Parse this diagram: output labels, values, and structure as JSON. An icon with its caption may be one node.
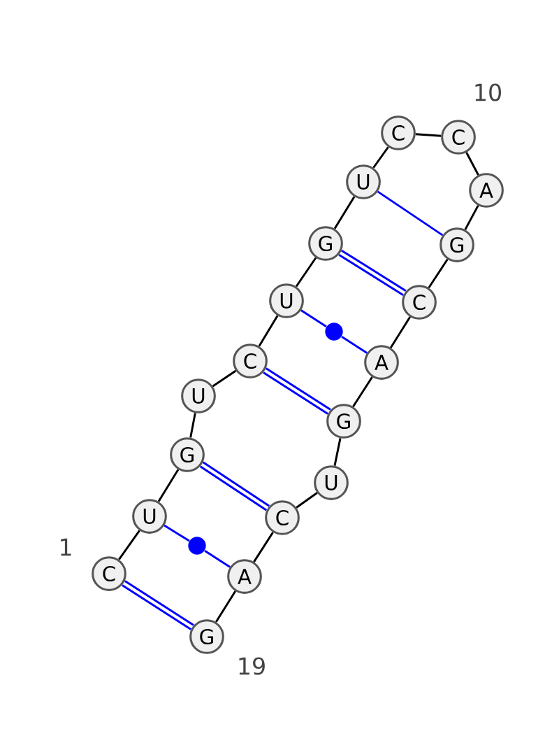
{
  "diagram": {
    "nodes": [
      {
        "text": [
          "C"
        ],
        "beside": [
          "1"
        ]
      },
      {
        "text": [
          "U"
        ]
      },
      {
        "text": [
          "G"
        ]
      },
      {
        "text": [
          "U"
        ]
      },
      {
        "text": [
          "C"
        ]
      },
      {
        "text": [
          "U"
        ]
      },
      {
        "text": [
          "G"
        ]
      },
      {
        "text": [
          "U"
        ]
      },
      {
        "text": [
          "C"
        ]
      },
      {
        "text": [
          "C"
        ],
        "beside": [
          "10"
        ]
      },
      {
        "text": [
          "A"
        ]
      },
      {
        "text": [
          "G"
        ]
      },
      {
        "text": [
          "C"
        ]
      },
      {
        "text": [
          "A"
        ]
      },
      {
        "text": [
          "G"
        ]
      },
      {
        "text": [
          "U"
        ]
      },
      {
        "text": [
          "C"
        ]
      },
      {
        "text": [
          "A"
        ]
      },
      {
        "text": [
          "G"
        ],
        "beside": [
          "19"
        ]
      },
      {
        "text": [],
        "shape": "circle"
      },
      {
        "text": [],
        "shape": "circle"
      }
    ],
    "edges": [
      {
        "from": 0,
        "to": 1,
        "arrow": "none"
      },
      {
        "from": 1,
        "to": 2,
        "arrow": "none"
      },
      {
        "from": 2,
        "to": 3,
        "arrow": "none"
      },
      {
        "from": 3,
        "to": 4,
        "arrow": "none"
      },
      {
        "from": 4,
        "to": 5,
        "arrow": "none"
      },
      {
        "from": 5,
        "to": 6,
        "arrow": "none"
      },
      {
        "from": 6,
        "to": 7,
        "arrow": "none"
      },
      {
        "from": 7,
        "to": 8,
        "arrow": "none"
      },
      {
        "from": 8,
        "to": 9,
        "arrow": "none"
      },
      {
        "from": 9,
        "to": 10,
        "arrow": "none"
      },
      {
        "from": 10,
        "to": 11,
        "arrow": "none"
      },
      {
        "from": 11,
        "to": 12,
        "arrow": "none"
      },
      {
        "from": 12,
        "to": 13,
        "arrow": "none"
      },
      {
        "from": 13,
        "to": 14,
        "arrow": "none"
      },
      {
        "from": 14,
        "to": 15,
        "arrow": "none"
      },
      {
        "from": 15,
        "to": 16,
        "arrow": "none"
      },
      {
        "from": 16,
        "to": 17,
        "arrow": "none"
      },
      {
        "from": 17,
        "to": 18,
        "arrow": "none"
      },
      {
        "from": 0,
        "to": 18,
        "arrow": "none",
        "style": "thick",
        "color": "#0000ff"
      },
      {
        "from": 1,
        "to": 20,
        "arrow": "none",
        "color": "#0000ff"
      },
      {
        "from": 20,
        "to": 17,
        "arrow": "none",
        "color": "#0000ff"
      },
      {
        "from": 2,
        "to": 16,
        "arrow": "none",
        "style": "thick",
        "color": "#0000ff"
      },
      {
        "from": 4,
        "to": 14,
        "arrow": "none",
        "style": "thick",
        "color": "#0000ff"
      },
      {
        "from": 5,
        "to": 19,
        "arrow": "none",
        "color": "#0000ff"
      },
      {
        "from": 19,
        "to": 13,
        "arrow": "none",
        "color": "#0000ff"
      },
      {
        "from": 6,
        "to": 12,
        "arrow": "none",
        "style": "thick",
        "color": "#0000ff"
      },
      {
        "from": 7,
        "to": 11,
        "arrow": "none",
        "color": "#0000ff"
      }
    ]
  }
}
